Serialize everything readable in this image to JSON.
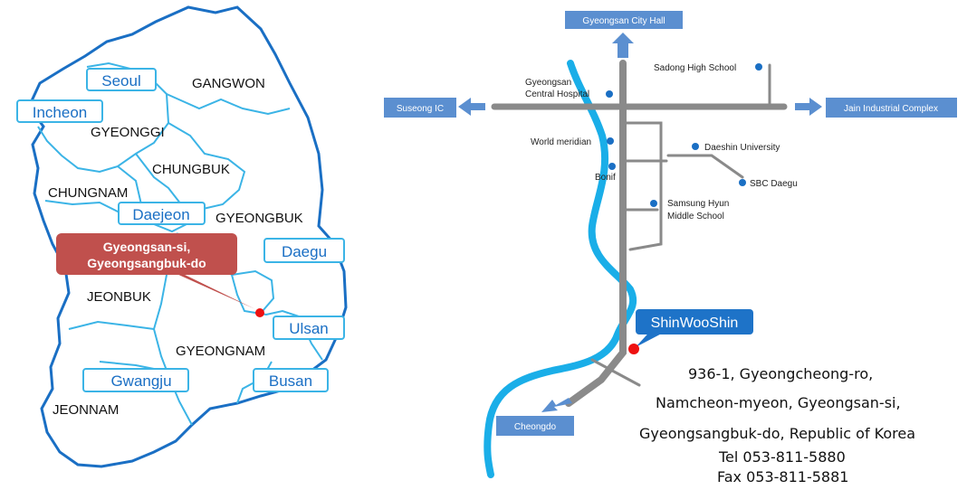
{
  "korea_map": {
    "regions": {
      "gangwon": "GANGWON",
      "gyeonggi": "GYEONGGI",
      "chungbuk": "CHUNGBUK",
      "chungnam": "CHUNGNAM",
      "gyeongbuk": "GYEONGBUK",
      "jeonbuk": "JEONBUK",
      "gyeongnam": "GYEONGNAM",
      "jeonnam": "JEONNAM"
    },
    "cities": {
      "seoul": "Seoul",
      "incheon": "Incheon",
      "daejeon": "Daejeon",
      "daegu": "Daegu",
      "ulsan": "Ulsan",
      "gwangju": "Gwangju",
      "busan": "Busan"
    },
    "callout": {
      "line1": "Gyeongsan-si,",
      "line2": "Gyeongsangbuk-do"
    }
  },
  "route_map": {
    "destinations": {
      "city_hall": "Gyeongsan City Hall",
      "suseong_ic": "Suseong IC",
      "jain": "Jain Industrial Complex",
      "cheongdo": "Cheongdo"
    },
    "landmarks": {
      "sadong_high_school": "Sadong High School",
      "central_hospital_1": "Gyeongsan",
      "central_hospital_2": "Central Hospital",
      "world_meridian": "World meridian",
      "daeshin_university": "Daeshin University",
      "bonif": "Bonif",
      "sbc_daegu": "SBC Daegu",
      "samsung_hyun_1": "Samsung Hyun",
      "samsung_hyun_2": "Middle School"
    },
    "company_label": "ShinWooShin"
  },
  "address": {
    "line1": "936-1, Gyeongcheong-ro,",
    "line2": "Namcheon-myeon, Gyeongsan-si,",
    "line3": "Gyeongsangbuk-do, Republic of Korea",
    "tel": "Tel 053-811-5880",
    "fax": "Fax 053-811-5881"
  },
  "colors": {
    "border_blue": "#1a6fc4",
    "region_line": "#3bb4e6",
    "label_blue": "#1a6fc4",
    "callout_red": "#c0504d",
    "marker_red": "#ee1111",
    "road_gray": "#8a8a8a",
    "river_blue": "#1aaee8",
    "sign_blue": "#5b8fd0",
    "company_blue": "#1e73c8"
  }
}
